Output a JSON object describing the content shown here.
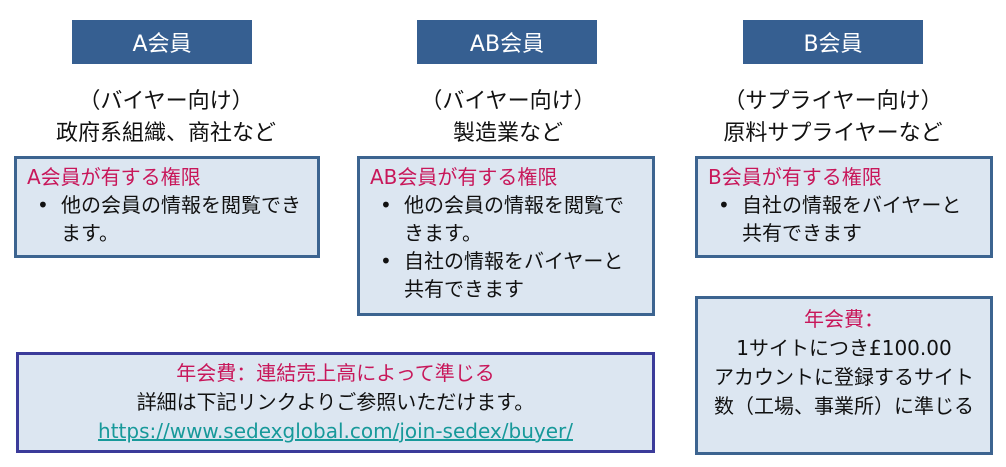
{
  "columns": [
    {
      "header": "A会員",
      "subtitle": [
        "（バイヤー向け）",
        "政府系組織、商社など"
      ],
      "rights_title": "A会員が有する権限",
      "rights": [
        "他の会員の情報を閲覧できます。"
      ]
    },
    {
      "header": "AB会員",
      "subtitle": [
        "（バイヤー向け）",
        "製造業など"
      ],
      "rights_title": "AB会員が有する権限",
      "rights": [
        "他の会員の情報を閲覧できます。",
        "自社の情報をバイヤーと共有できます"
      ]
    },
    {
      "header": "B会員",
      "subtitle": [
        "（サプライヤー向け）",
        "原料サプライヤーなど"
      ],
      "rights_title": "B会員が有する権限",
      "rights": [
        "自社の情報をバイヤーと共有できます"
      ]
    }
  ],
  "fee_buyer": {
    "title": "年会費：連結売上高によって準じる",
    "detail": "詳細は下記リンクよりご参照いただけます。",
    "link": "https://www.sedexglobal.com/join-sedex/buyer/"
  },
  "fee_supplier": {
    "title": "年会費：",
    "lines": [
      "1サイトにつき£100.00",
      "アカウントに登録するサイト数（工場、事業所）に準じる"
    ]
  }
}
